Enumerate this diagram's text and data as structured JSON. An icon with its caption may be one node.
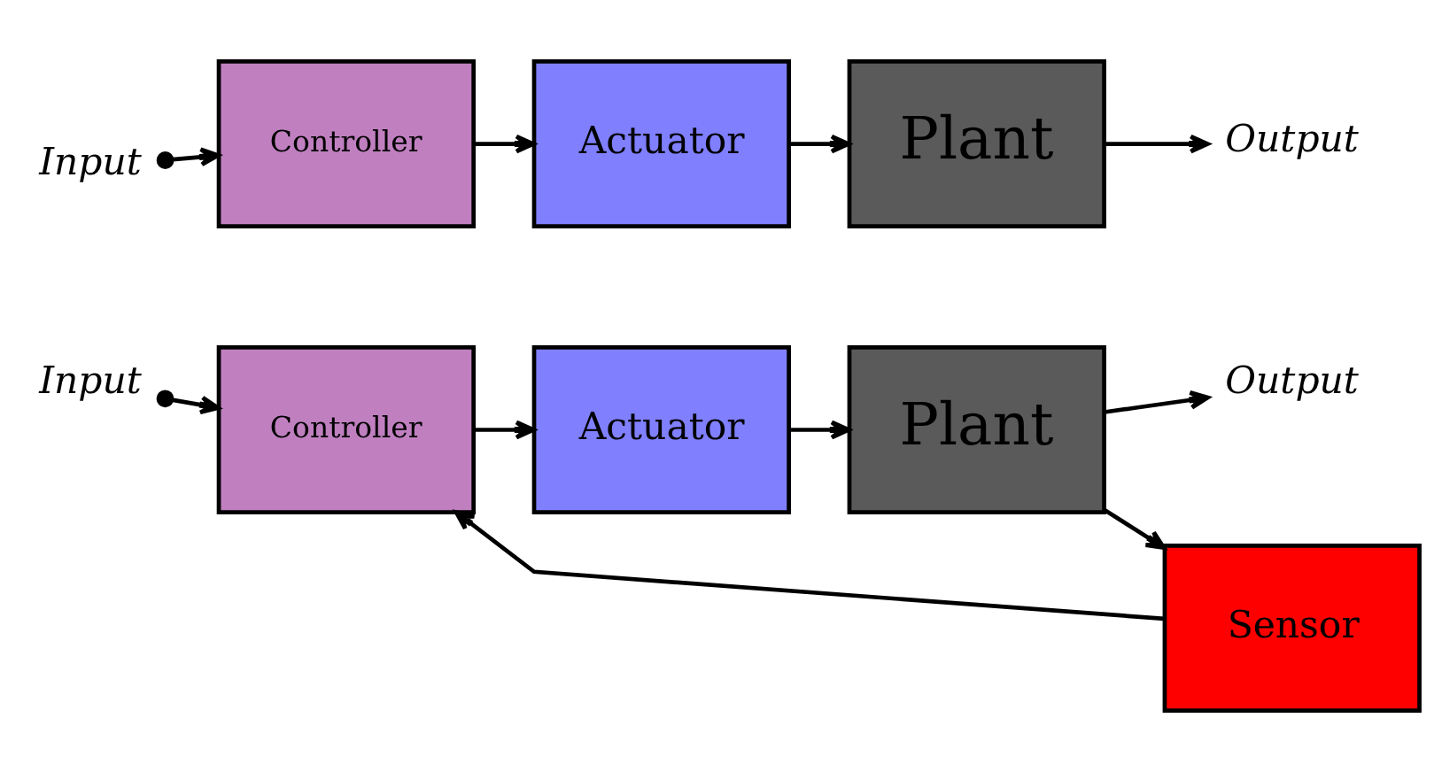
{
  "diagram": {
    "nodes": [
      {
        "text": [
          "Input"
        ]
      },
      {
        "text": [
          "Controller"
        ]
      },
      {
        "text": [
          "Actuator"
        ]
      },
      {
        "text": [
          "Plant"
        ]
      },
      {
        "text": [
          "Output"
        ]
      },
      {
        "text": [
          "Input"
        ]
      },
      {
        "text": [
          "Controller"
        ]
      },
      {
        "text": [
          "Actuator"
        ]
      },
      {
        "text": [
          "Plant"
        ]
      },
      {
        "text": [
          "Output"
        ]
      },
      {
        "text": [
          "Sensor"
        ]
      }
    ],
    "edges": [
      {
        "from": 0,
        "to": 1,
        "arrow": "to"
      },
      {
        "from": 1,
        "to": 2,
        "arrow": "to"
      },
      {
        "from": 2,
        "to": 3,
        "arrow": "to"
      },
      {
        "from": 3,
        "to": 4,
        "arrow": "to"
      },
      {
        "from": 5,
        "to": 6,
        "arrow": "to"
      },
      {
        "from": 6,
        "to": 7,
        "arrow": "to"
      },
      {
        "from": 7,
        "to": 8,
        "arrow": "to"
      },
      {
        "from": 8,
        "to": 9,
        "arrow": "to"
      },
      {
        "from": 8,
        "to": 10,
        "arrow": "to"
      },
      {
        "from": 10,
        "to": 6,
        "arrow": "to"
      }
    ]
  }
}
